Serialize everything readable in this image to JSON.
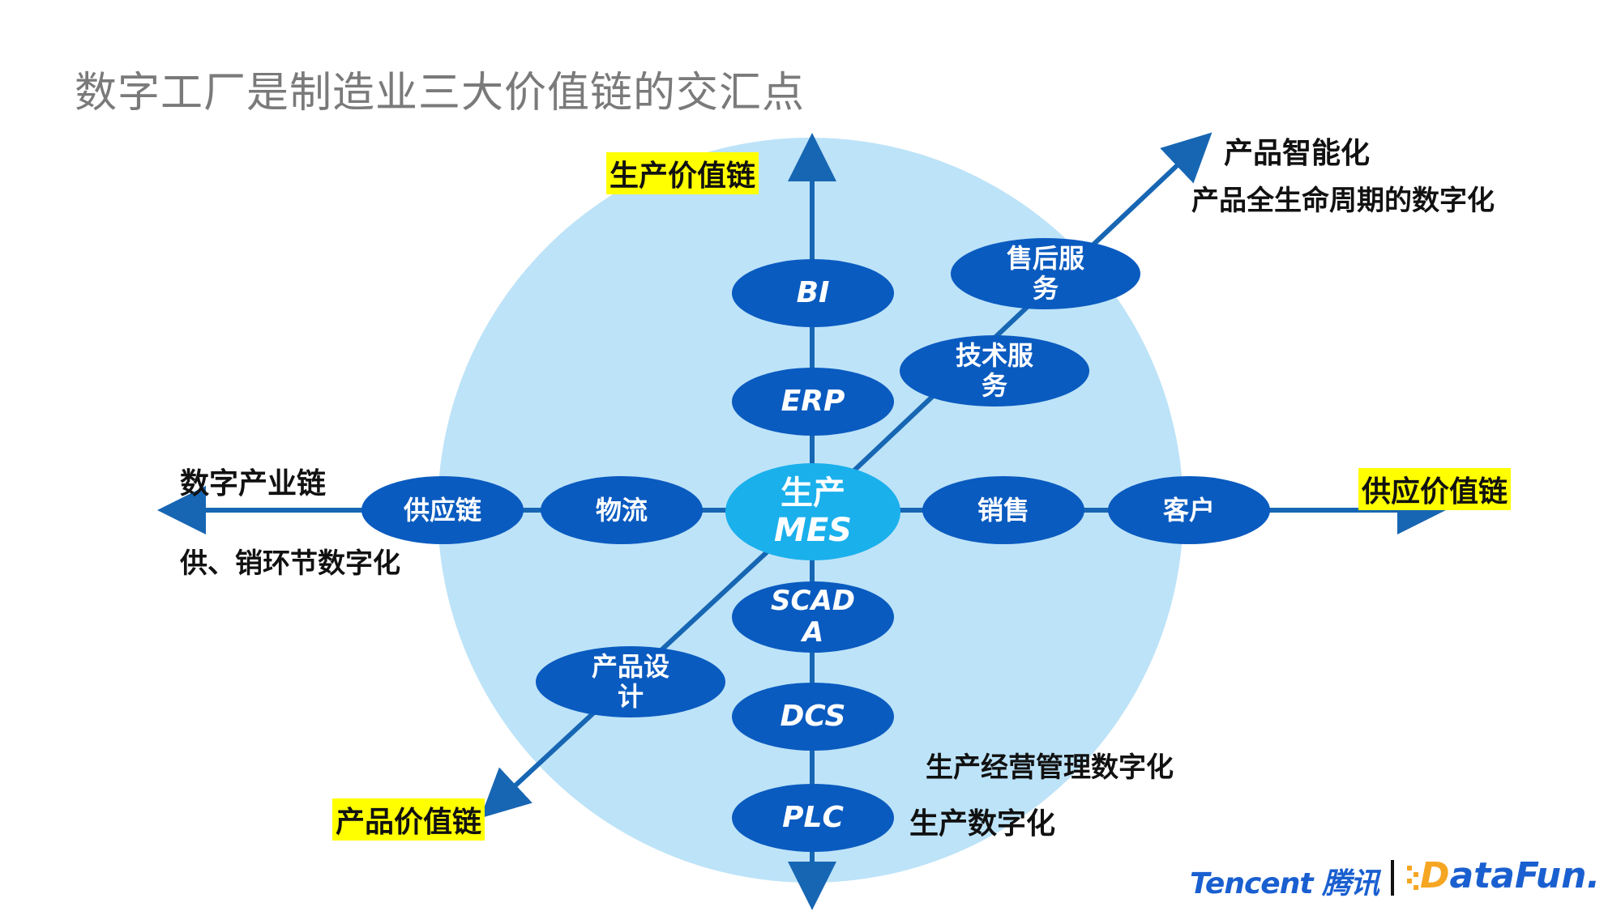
{
  "title": "数字工厂是制造业三大价值链的交汇点",
  "colors": {
    "circle": "#bde3f8",
    "axis": "#1766b3",
    "node": "#0a5bc0",
    "center": "#1ab0ec",
    "highlight": "#ffff00"
  },
  "nodes": {
    "bi": "BI",
    "erp": "ERP",
    "center_line1": "生产",
    "center_line2": "MES",
    "scada_line1": "SCAD",
    "scada_line2": "A",
    "dcs": "DCS",
    "plc": "PLC",
    "supply_chain": "供应链",
    "logistics": "物流",
    "sales": "销售",
    "customer": "客户",
    "after_sales_line1": "售后服",
    "after_sales_line2": "务",
    "tech_service_line1": "技术服",
    "tech_service_line2": "务",
    "product_design_line1": "产品设",
    "product_design_line2": "计"
  },
  "labels": {
    "production_value_chain": "生产价值链",
    "supply_value_chain": "供应价值链",
    "product_value_chain": "产品价值链",
    "digital_industry_chain": "数字产业链",
    "supply_sales_digital": "供、销环节数字化",
    "product_intelligence": "产品智能化",
    "product_lifecycle_digital": "产品全生命周期的数字化",
    "production_mgmt_digital": "生产经营管理数字化",
    "production_digital": "生产数字化"
  },
  "logos": {
    "tencent": "Tencent 腾讯",
    "datafun_d": "D",
    "datafun_rest": "ataFun."
  }
}
